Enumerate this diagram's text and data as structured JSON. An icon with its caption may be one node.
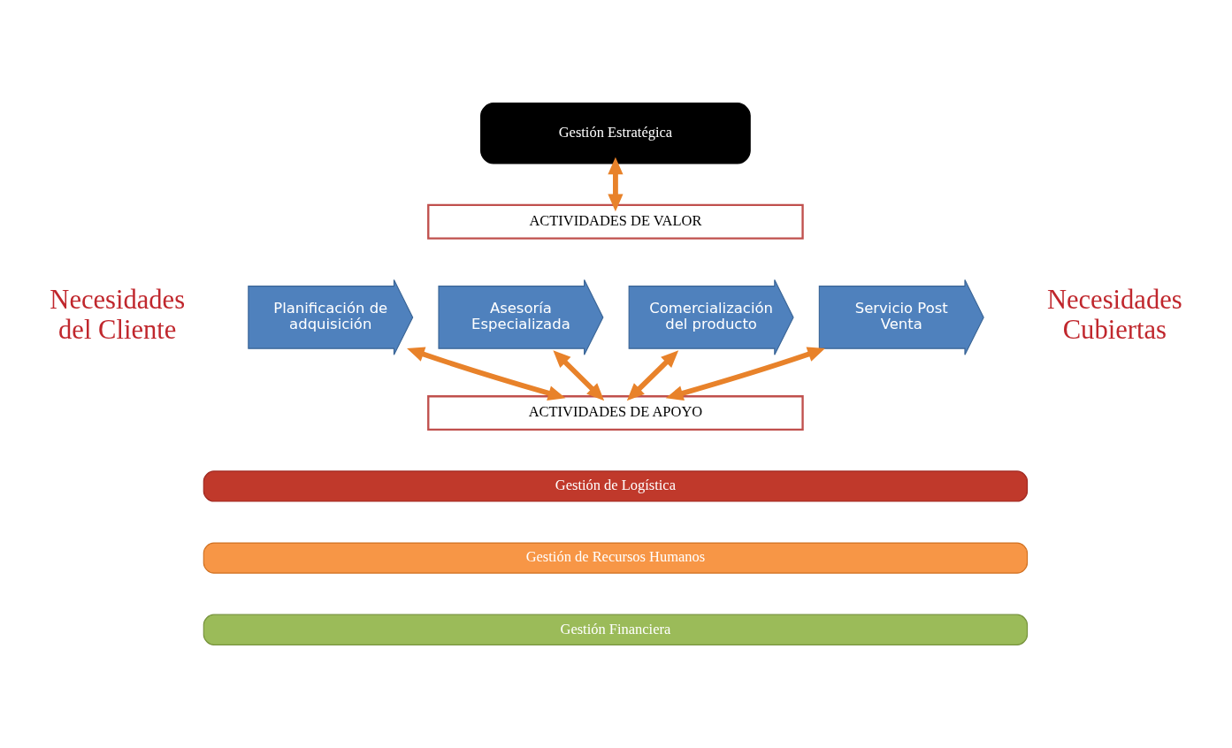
{
  "diagram": {
    "nodes": [
      {
        "text": [
          "Gestión Estratégica"
        ]
      },
      {
        "text": [
          "ACTIVIDADES DE VALOR"
        ]
      },
      {
        "text": [
          "Planificación de adquisición"
        ]
      },
      {
        "text": [
          "Asesoría Especializada"
        ]
      },
      {
        "text": [
          "Comercialización del producto"
        ]
      },
      {
        "text": [
          "Servicio Post Venta"
        ]
      },
      {
        "text": [
          "ACTIVIDADES DE APOYO"
        ]
      },
      {
        "text": [
          "Gestión de Logística"
        ]
      },
      {
        "text": [
          "Gestión de Recursos Humanos"
        ]
      },
      {
        "text": [
          "Gestión Financiera"
        ]
      }
    ],
    "edges": [
      {
        "from": 0,
        "to": 1,
        "arrow": "both"
      },
      {
        "from": 2,
        "to": 6,
        "arrow": "both"
      },
      {
        "from": 3,
        "to": 6,
        "arrow": "both"
      },
      {
        "from": 4,
        "to": 6,
        "arrow": "both"
      },
      {
        "from": 5,
        "to": 6,
        "arrow": "both"
      }
    ],
    "labels": [
      "Necesidades del Cliente",
      "Necesidades Cubiertas"
    ]
  }
}
